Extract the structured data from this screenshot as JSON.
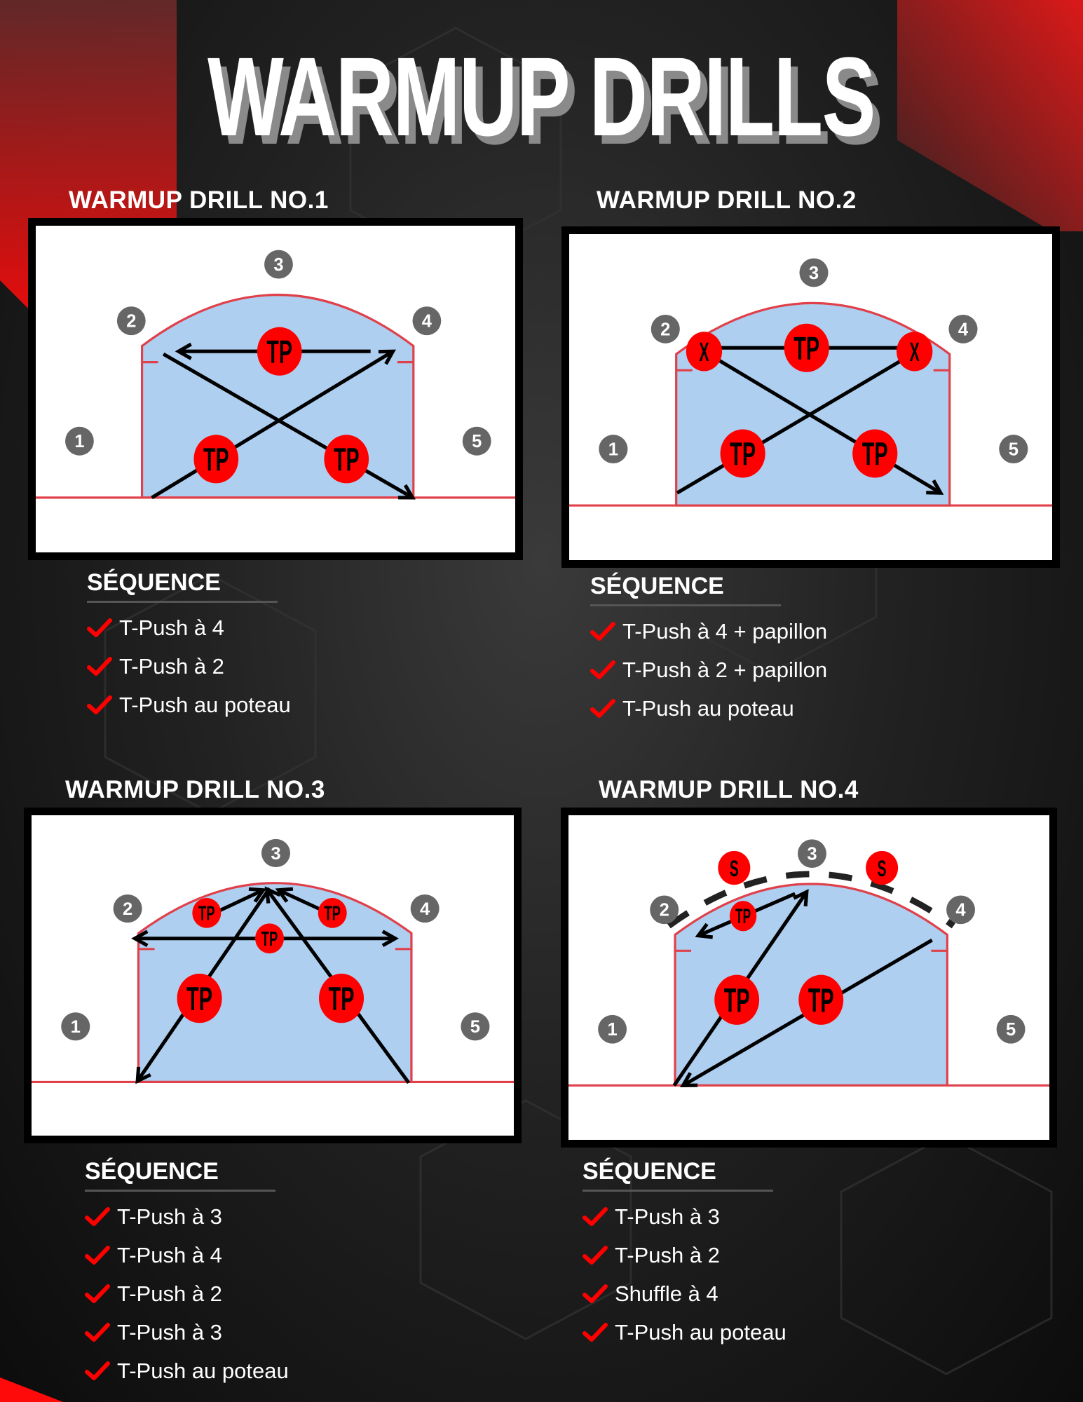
{
  "title": "WARMUP DRILLS",
  "positions": [
    "1",
    "2",
    "3",
    "4",
    "5"
  ],
  "sequence_label": "SÉQUENCE",
  "colors": {
    "accent": "#ff0000",
    "crease": "#aecff0",
    "crease_line": "#e0404a",
    "position_badge": "#666666"
  },
  "drills": [
    {
      "heading": "WARMUP DRILL NO.1",
      "markers": [
        "TP",
        "TP",
        "TP"
      ],
      "sequence": [
        "T-Push à 4",
        "T-Push à 2",
        "T-Push au poteau"
      ]
    },
    {
      "heading": "WARMUP DRILL NO.2",
      "markers": [
        "X",
        "TP",
        "X",
        "TP",
        "TP"
      ],
      "sequence": [
        "T-Push à 4 + papillon",
        "T-Push à 2 + papillon",
        "T-Push au poteau"
      ]
    },
    {
      "heading": "WARMUP DRILL NO.3",
      "markers": [
        "TP",
        "TP",
        "TP",
        "TP",
        "TP"
      ],
      "sequence": [
        "T-Push à 3",
        "T-Push à 4",
        "T-Push à 2",
        "T-Push à 3",
        "T-Push au poteau"
      ]
    },
    {
      "heading": "WARMUP DRILL NO.4",
      "markers": [
        "S",
        "S",
        "TP",
        "TP",
        "TP"
      ],
      "sequence": [
        "T-Push à 3",
        "T-Push à 2",
        "Shuffle à 4",
        "T-Push au poteau"
      ]
    }
  ]
}
